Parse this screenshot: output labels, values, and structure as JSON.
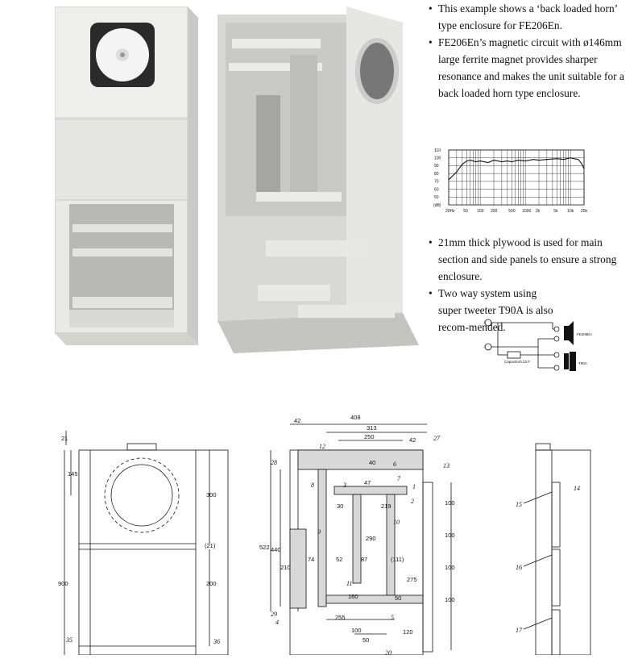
{
  "text": {
    "bullet_1": "This example shows a ‘back loaded horn’ type enclosure for FE206En.",
    "bullet_2": "FE206En’s magnetic circuit with ø146mm large ferrite magnet provides sharper resonance and makes the unit suitable for a back loaded horn type enclosure.",
    "bullet_3": "21mm thick plywood is used for main section and side panels to ensure a strong enclosure.",
    "bullet_4": "Two way system using super tweeter T90A is also recom-mended."
  },
  "circuit": {
    "woofer_label": "FE206En",
    "tweeter_label": "T90A",
    "capacitor_label": "Capacitor0.22 F",
    "plus": "+",
    "minus": "−"
  },
  "chart_data": {
    "type": "line",
    "title": "",
    "xlabel": "",
    "ylabel": "",
    "y_unit": "(dB)",
    "y_ticks": [
      "110",
      "100",
      "90",
      "80",
      "70",
      "60",
      "50"
    ],
    "x_ticks": [
      "20Hz",
      "50",
      "100",
      "200",
      "500",
      "1000",
      "2k",
      "5k",
      "10k",
      "20k"
    ],
    "xscale": "log",
    "xlim": [
      20,
      20000
    ],
    "ylim": [
      40,
      110
    ],
    "grid": true,
    "series": [
      {
        "x": [
          20,
          30,
          40,
          50,
          60,
          70,
          80,
          100,
          150,
          200,
          300,
          400,
          500,
          700,
          1000,
          1500,
          2000,
          3000,
          5000,
          7000,
          10000,
          12000,
          15000,
          18000,
          20000
        ],
        "y": [
          72,
          82,
          92,
          96,
          97,
          96,
          95,
          96,
          94,
          97,
          95,
          96,
          95,
          97,
          96,
          98,
          97,
          98,
          99,
          98,
          100,
          99,
          98,
          92,
          86
        ]
      }
    ]
  },
  "drawings": {
    "front": {
      "dims": [
        "21",
        "145",
        "300",
        "(21)",
        "200",
        "900"
      ],
      "labels": [
        "35",
        "36"
      ]
    },
    "section": {
      "dims": [
        "42",
        "408",
        "313",
        "250",
        "42",
        "40",
        "47",
        "30",
        "219",
        "290",
        "74",
        "52",
        "87",
        "(111)",
        "275",
        "160",
        "50",
        "255",
        "100",
        "50",
        "522",
        "440",
        "210",
        "120",
        "100",
        "100",
        "100",
        "100"
      ],
      "labels": [
        "27",
        "12",
        "28",
        "8",
        "6",
        "7",
        "3",
        "1",
        "2",
        "10",
        "9",
        "11",
        "29",
        "4",
        "5",
        "13",
        "20"
      ]
    },
    "side": {
      "labels": [
        "14",
        "15",
        "16",
        "17"
      ]
    }
  }
}
